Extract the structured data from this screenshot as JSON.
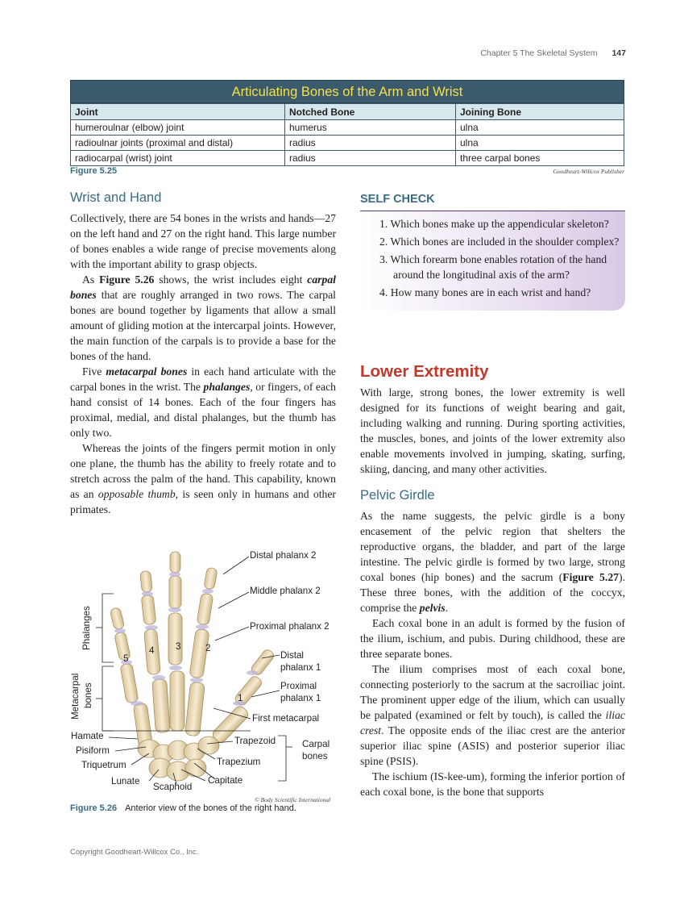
{
  "header": {
    "chapter": "Chapter 5   The Skeletal System",
    "page": "147"
  },
  "table": {
    "title": "Articulating Bones of the Arm and Wrist",
    "columns": [
      "Joint",
      "Notched Bone",
      "Joining Bone"
    ],
    "rows": [
      [
        "humeroulnar (elbow) joint",
        "humerus",
        "ulna"
      ],
      [
        "radioulnar joints (proximal and distal)",
        "radius",
        "ulna"
      ],
      [
        "radiocarpal (wrist) joint",
        "radius",
        "three carpal bones"
      ]
    ],
    "figure_label": "Figure 5.25",
    "credit": "Goodheart-Willcox Publisher"
  },
  "wrist_hand": {
    "heading": "Wrist and Hand",
    "p1": "Collectively, there are 54 bones in the wrists and hands—27 on the left hand and 27 on the right hand. This large number of bones enables a wide range of precise movements along with the important ability to grasp objects.",
    "p2_a": "As ",
    "p2_fig": "Figure 5.26",
    "p2_b": " shows, the wrist includes eight ",
    "p2_term": "carpal bones",
    "p2_c": " that are roughly arranged in two rows. The carpal bones are bound together by ligaments that allow a small amount of gliding motion at the intercarpal joints. However, the main function of the carpals is to provide a base for the bones of the hand.",
    "p3_a": "Five ",
    "p3_term1": "metacarpal bones",
    "p3_b": " in each hand articulate with the carpal bones in the wrist. The ",
    "p3_term2": "phalanges",
    "p3_c": ", or fingers, of each hand consist of 14 bones. Each of the four fingers has proximal, medial, and distal phalanges, but the thumb has only two.",
    "p4_a": "Whereas the joints of the fingers permit motion in only one plane, the thumb has the ability to freely rotate and to stretch across the palm of the hand. This capability, known as an ",
    "p4_term": "opposable thumb",
    "p4_b": ", is seen only in humans and other primates."
  },
  "figure_526": {
    "labels": {
      "distal_phalanx_2": "Distal phalanx 2",
      "middle_phalanx_2": "Middle phalanx 2",
      "proximal_phalanx_2": "Proximal phalanx 2",
      "distal_phalanx_1_a": "Distal",
      "distal_phalanx_1_b": "phalanx 1",
      "proximal_phalanx_1_a": "Proximal",
      "proximal_phalanx_1_b": "phalanx 1",
      "first_metacarpal": "First metacarpal",
      "trapezoid": "Trapezoid",
      "carpal_a": "Carpal",
      "carpal_b": "bones",
      "trapezium": "Trapezium",
      "capitate": "Capitate",
      "scaphoid": "Scaphoid",
      "lunate": "Lunate",
      "triquetrum": "Triquetrum",
      "pisiform": "Pisiform",
      "hamate": "Hamate",
      "phalanges": "Phalanges",
      "metacarpal_a": "Metacarpal",
      "metacarpal_b": "bones"
    },
    "digits": [
      "5",
      "4",
      "3",
      "2",
      "1"
    ],
    "credit": "© Body Scientific International",
    "figure_label": "Figure 5.26",
    "caption": "Anterior view of the bones of the right hand."
  },
  "self_check": {
    "title": "SELF CHECK",
    "items": [
      "1. Which bones make up the appendicular skeleton?",
      "2. Which bones are included in the shoulder complex?",
      "3. Which forearm bone enables rotation of the hand around the longitudinal axis of the arm?",
      "4. How many bones are in each wrist and hand?"
    ]
  },
  "lower_extremity": {
    "heading": "Lower Extremity",
    "p1": "With large, strong bones, the lower extremity is well designed for its functions of weight bearing and gait, including walking and running. During sporting activities, the muscles, bones, and joints of the lower extremity also enable movements involved in jumping, skating, surfing, skiing, dancing, and many other activities."
  },
  "pelvic_girdle": {
    "heading": "Pelvic Girdle",
    "p1_a": "As the name suggests, the pelvic girdle is a bony encasement of the pelvic region that shelters the reproductive organs, the bladder, and part of the large intestine. The pelvic girdle is formed by two large, strong coxal bones (hip bones) and the sacrum (",
    "p1_fig": "Figure 5.27",
    "p1_b": "). These three bones, with the addition of the coccyx, comprise the ",
    "p1_term": "pelvis",
    "p1_c": ".",
    "p2": "Each coxal bone in an adult is formed by the fusion of the ilium, ischium, and pubis. During childhood, these are three separate bones.",
    "p3_a": "The ilium comprises most of each coxal bone, connecting posteriorly to the sacrum at the sacroiliac joint. The prominent upper edge of the ilium, which can usually be palpated (examined or felt by touch), is called the ",
    "p3_term": "iliac crest",
    "p3_b": ". The opposite ends of the iliac crest are the anterior superior iliac spine (ASIS) and posterior superior iliac spine (PSIS).",
    "p4": "The ischium (IS-kee-um), forming the inferior portion of each coxal bone, is the bone that supports"
  },
  "footer": "Copyright Goodheart-Willcox Co., Inc."
}
